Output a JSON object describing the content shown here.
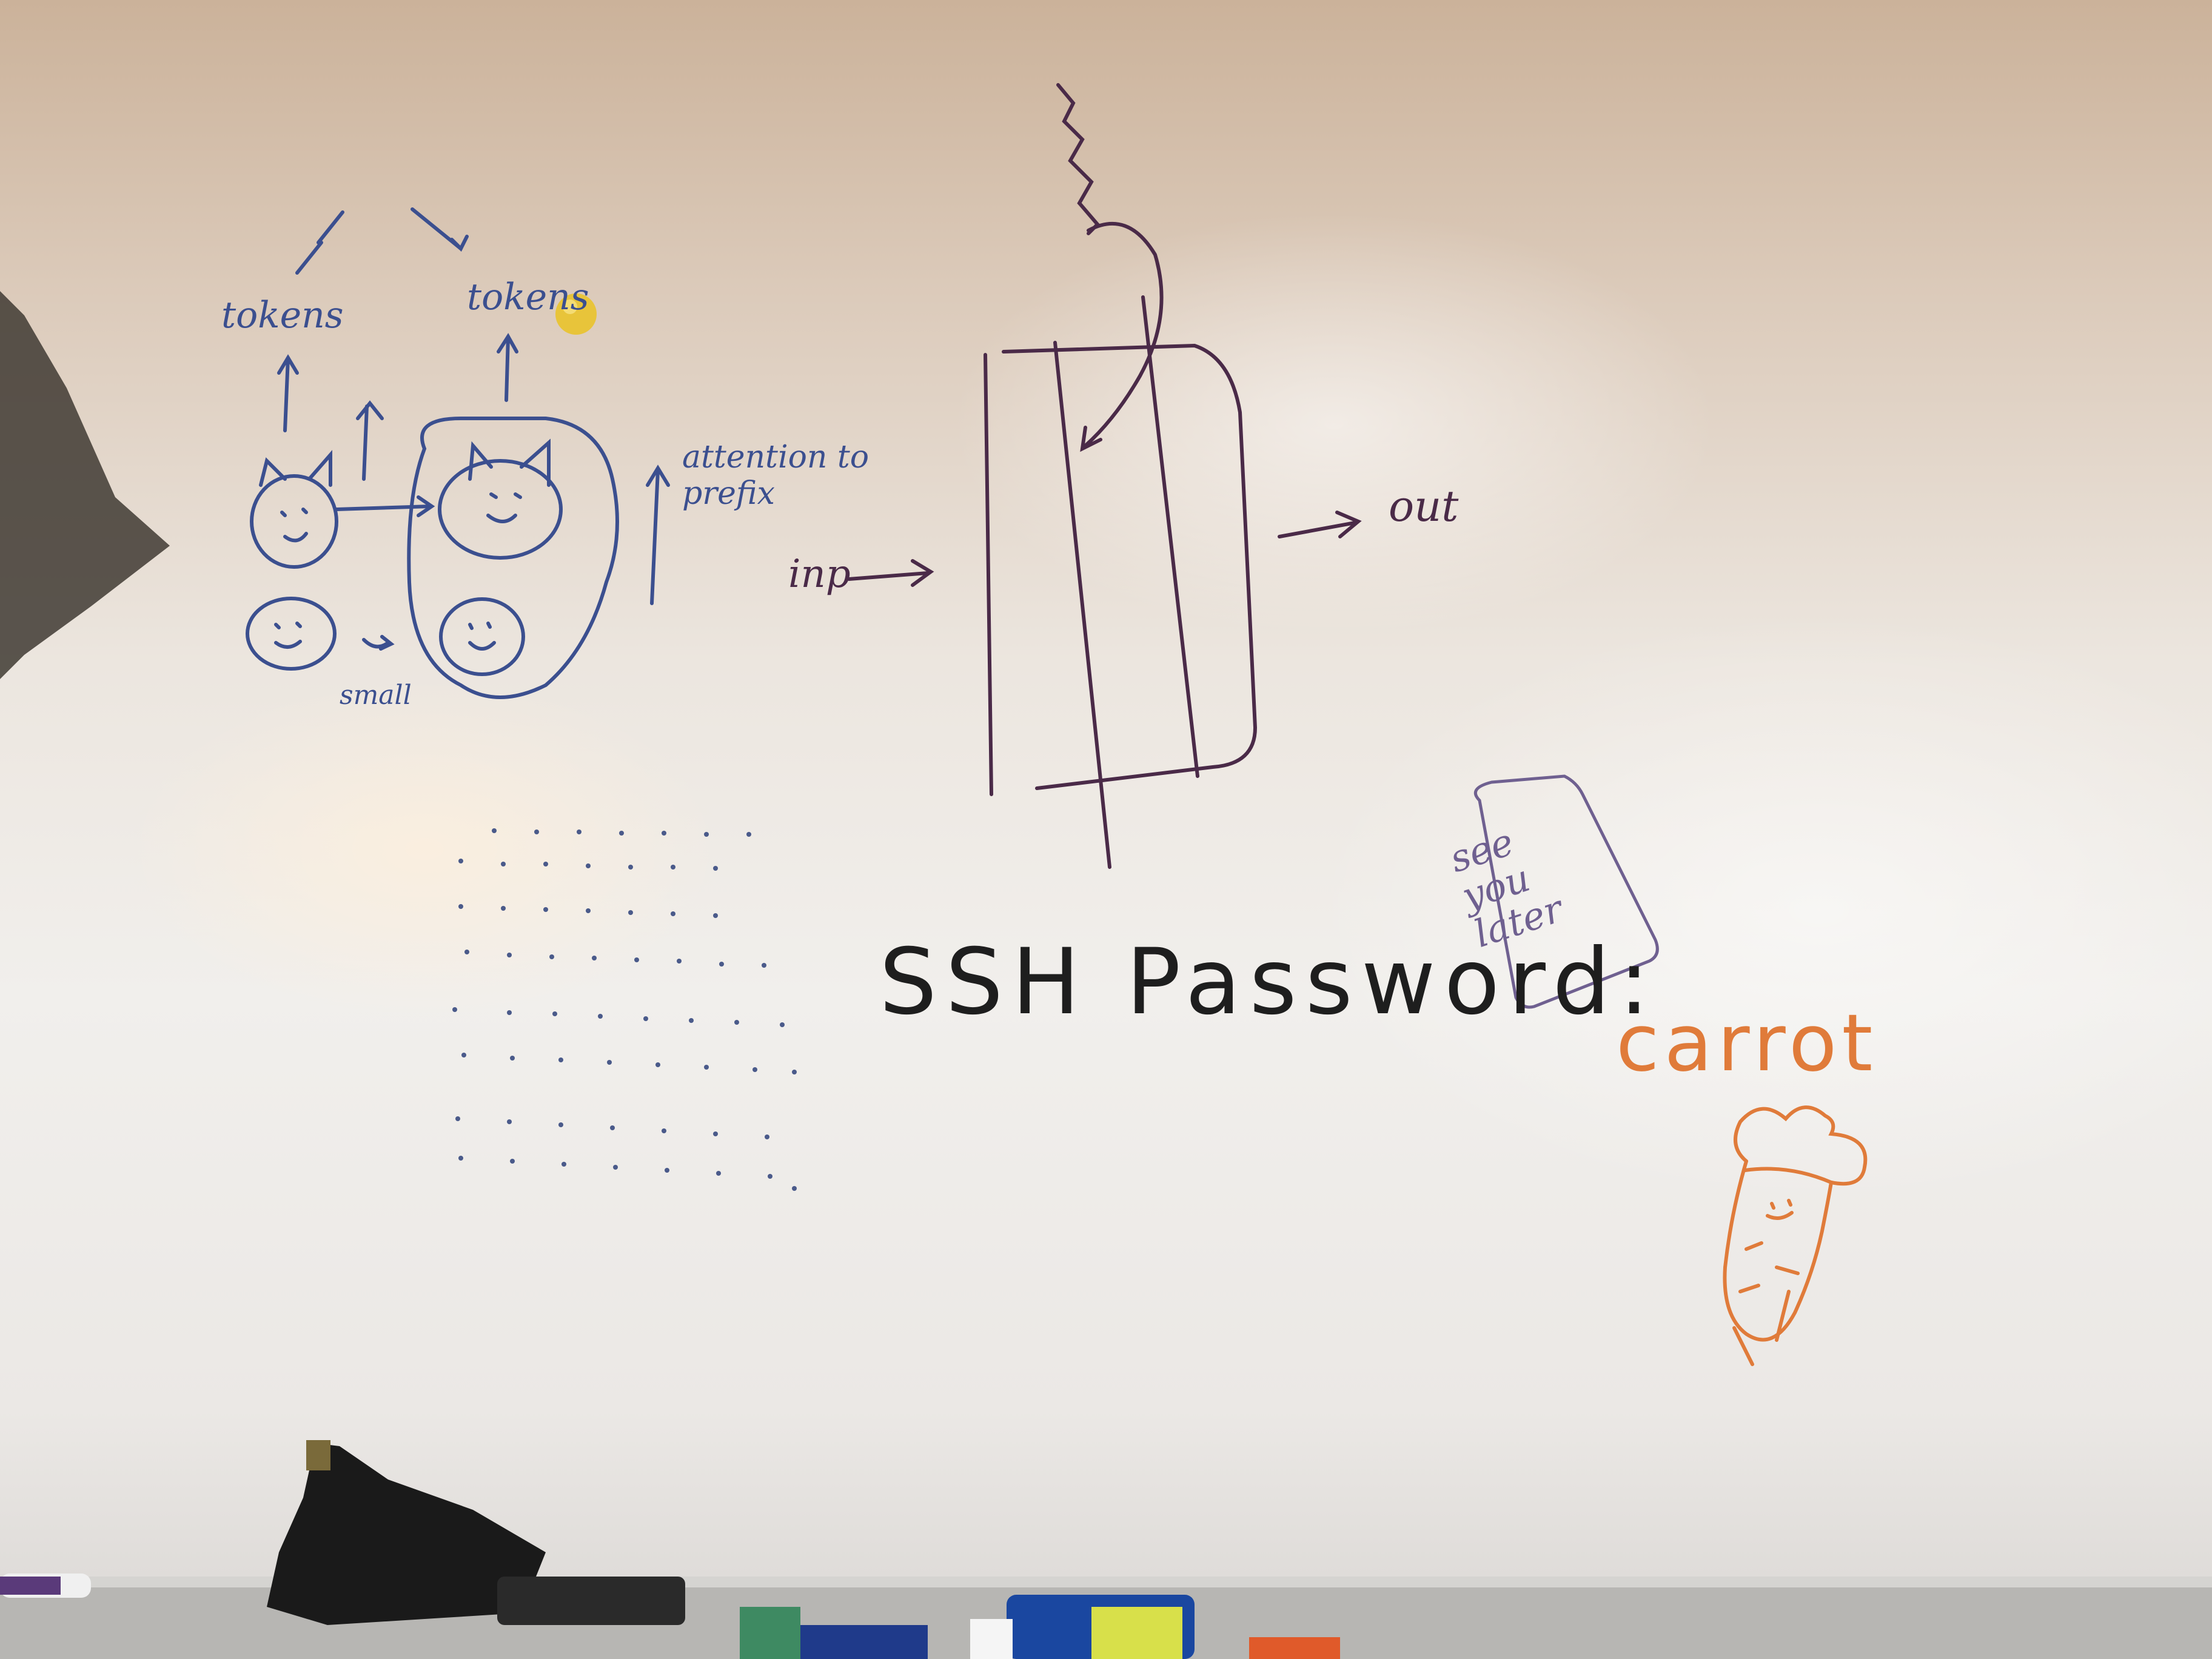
{
  "whiteboard": {
    "left_diagram": {
      "label_top_left": "tokens",
      "label_top_right": "tokens",
      "label_note": "attention to\nprefix",
      "label_small": "small"
    },
    "middle_diagram": {
      "label_in": "inp",
      "label_out": "out"
    },
    "main_text": {
      "prefix": "SSH Password:",
      "password": "carrot"
    },
    "stamp": {
      "text": "see\nyou\nlater"
    }
  },
  "colors": {
    "blue_marker": "#3b4f8f",
    "purple_marker": "#4a2a48",
    "black_marker": "#1e1e1e",
    "orange_marker": "#e07b3a",
    "magnet": "#e8c43a"
  }
}
